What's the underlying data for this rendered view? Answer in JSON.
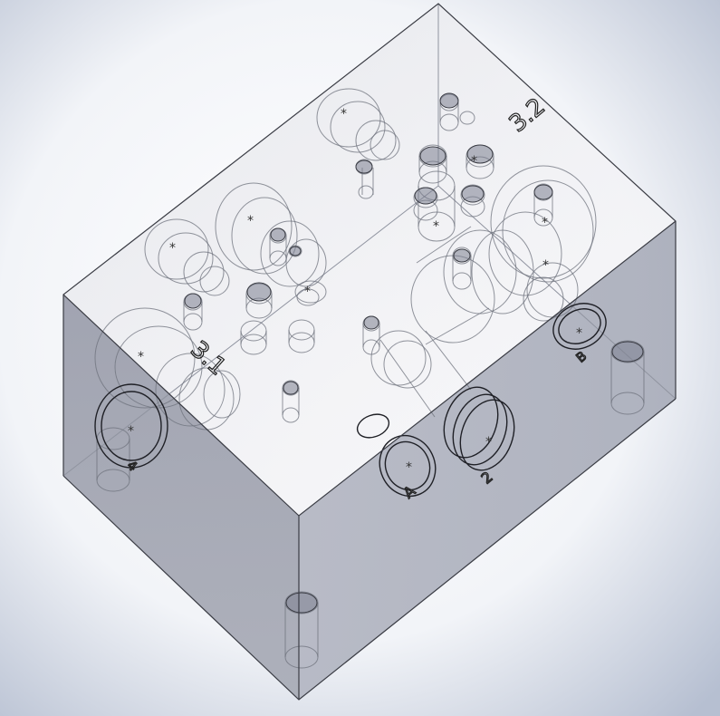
{
  "viewport": {
    "background_center": "#ffffff",
    "background_edge": "#b6bfd1"
  },
  "block": {
    "top_face_color": "#ececf1",
    "left_face_color": "#a2a5b1",
    "right_face_color": "#b2b6c2",
    "edge_color": "#3a3c44",
    "hidden_edge_color": "#8f939d",
    "cavity_color": "#7c8090"
  },
  "labels": {
    "port_3_1": "3.1",
    "port_3_2": "3.2",
    "port_a": "A",
    "port_2": "2",
    "port_b": "B",
    "port_left": "4"
  },
  "center_mark": "*"
}
